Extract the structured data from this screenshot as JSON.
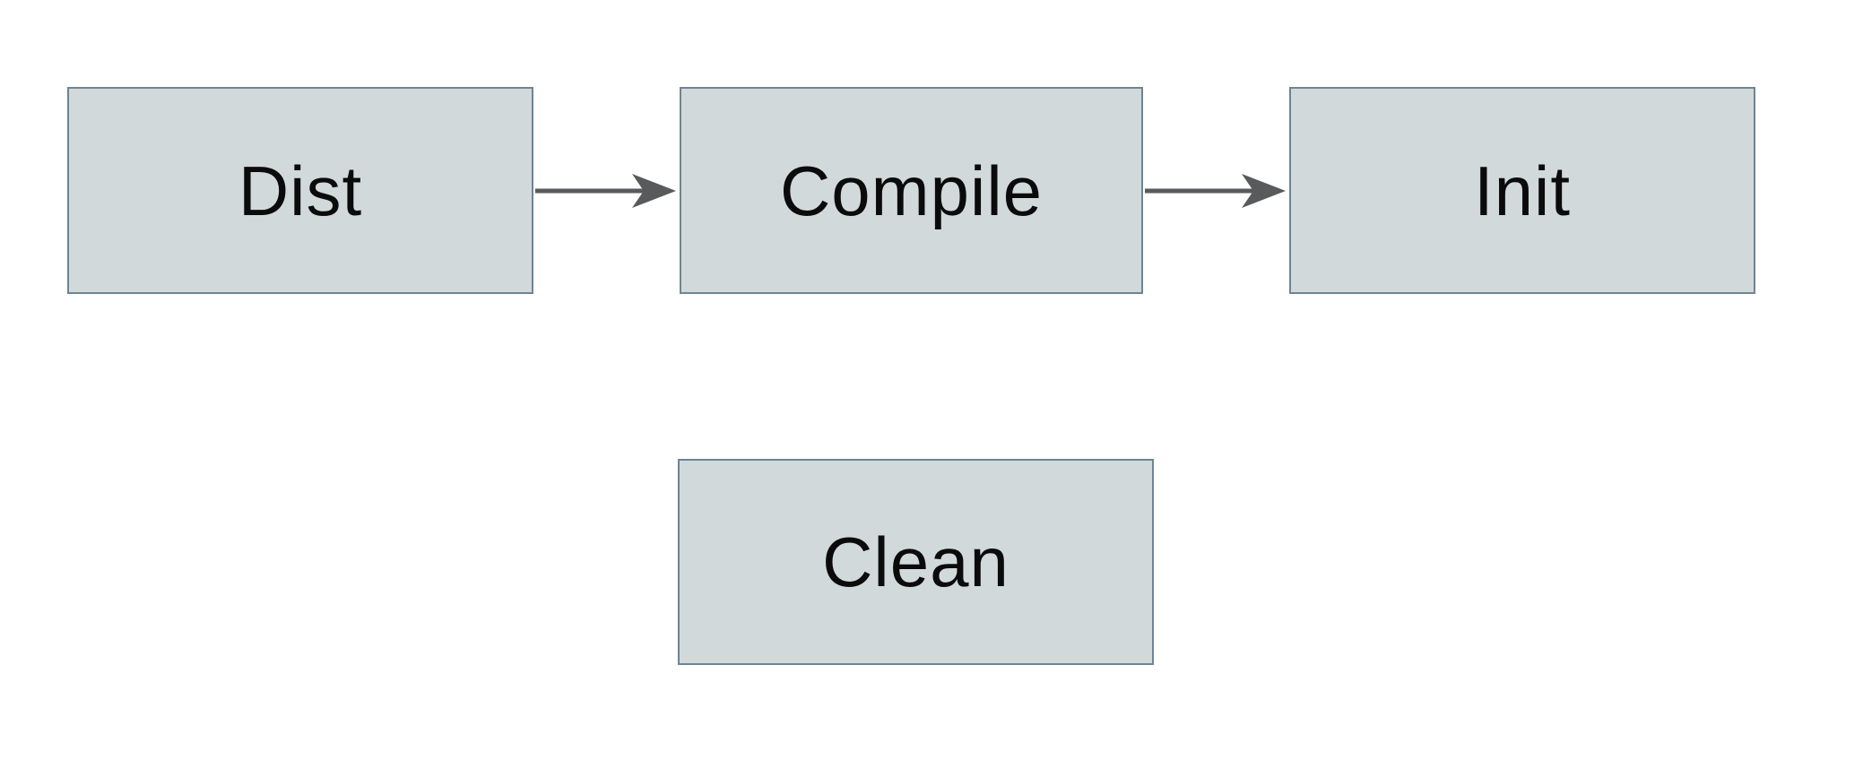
{
  "diagram": {
    "type": "flowchart",
    "nodes": [
      {
        "id": "dist",
        "label": "Dist"
      },
      {
        "id": "compile",
        "label": "Compile"
      },
      {
        "id": "init",
        "label": "Init"
      },
      {
        "id": "clean",
        "label": "Clean"
      }
    ],
    "edges": [
      {
        "from": "dist",
        "to": "compile",
        "style": "solid-right-arrow"
      },
      {
        "from": "compile",
        "to": "init",
        "style": "solid-right-arrow"
      }
    ],
    "colors": {
      "canvas-bg": "#ffffff",
      "node-fill": "#d2d9db",
      "node-border": "#6e8494",
      "arrow": "#595a5c",
      "text": "#0b0b0c"
    }
  }
}
